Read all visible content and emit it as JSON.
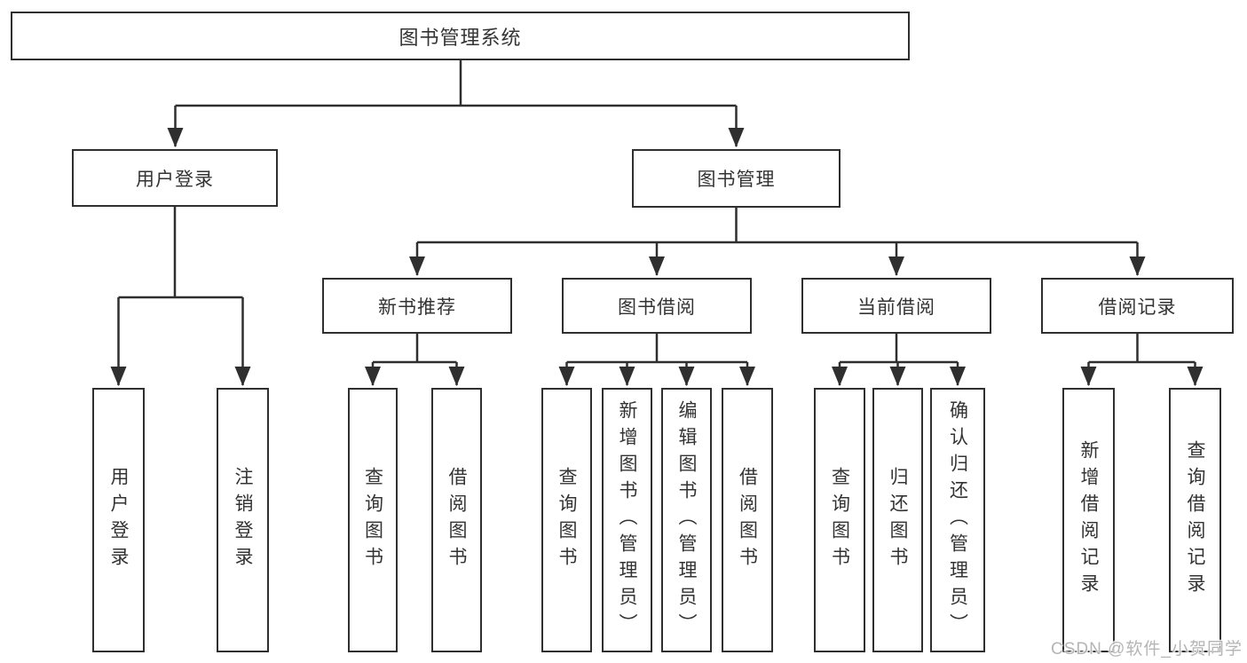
{
  "tree": {
    "label": "图书管理系统",
    "children": [
      {
        "label": "用户登录",
        "children": [
          {
            "label": "用户登录"
          },
          {
            "label": "注销登录"
          }
        ]
      },
      {
        "label": "图书管理",
        "children": [
          {
            "label": "新书推荐",
            "children": [
              {
                "label": "查询图书"
              },
              {
                "label": "借阅图书"
              }
            ]
          },
          {
            "label": "图书借阅",
            "children": [
              {
                "label": "查询图书"
              },
              {
                "label": "新增图书（管理员）"
              },
              {
                "label": "编辑图书（管理员）"
              },
              {
                "label": "借阅图书"
              }
            ]
          },
          {
            "label": "当前借阅",
            "children": [
              {
                "label": "查询图书"
              },
              {
                "label": "归还图书"
              },
              {
                "label": "确认归还（管理员）"
              }
            ]
          },
          {
            "label": "借阅记录",
            "children": [
              {
                "label": "新增借阅记录"
              },
              {
                "label": "查询借阅记录"
              }
            ]
          }
        ]
      }
    ]
  },
  "watermark": {
    "text": "CSDN @软件_小贺同学",
    "color": "#b5b5b5"
  },
  "style": {
    "line_color": "#2f2f2f",
    "box_border_color": "#2f2f2f",
    "text_color": "#333333",
    "background": "#ffffff"
  }
}
